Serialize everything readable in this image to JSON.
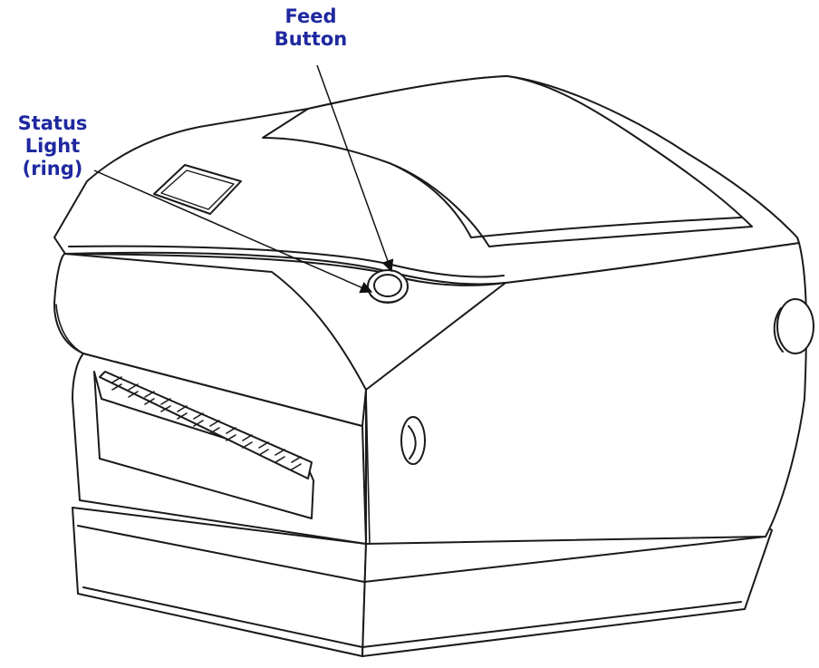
{
  "colors": {
    "label": "#1f28a0",
    "line": "#1a1a1a",
    "fill": "#ffffff",
    "arrow": "#111111"
  },
  "labels": {
    "feed_button": {
      "line1": "Feed",
      "line2": "Button"
    },
    "status_light": {
      "line1": "Status",
      "line2": "Light",
      "line3": "(ring)"
    }
  }
}
